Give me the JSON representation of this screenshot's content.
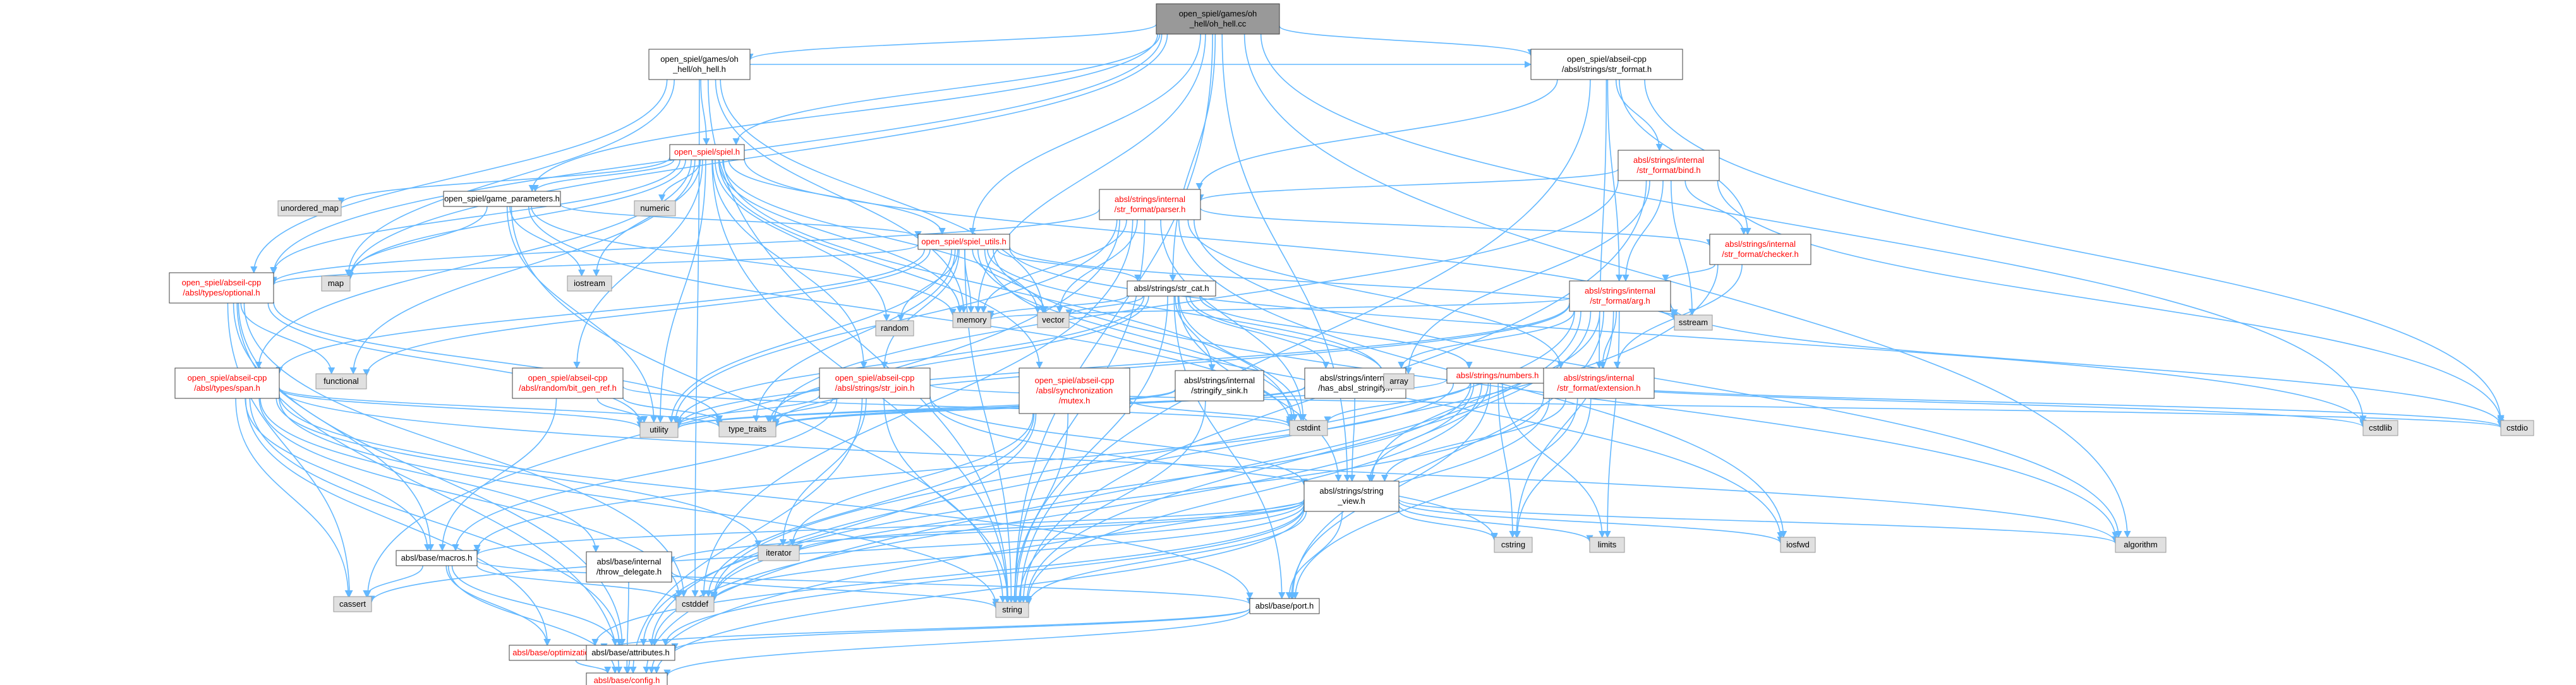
{
  "colors": {
    "edge": "#63b8ff",
    "node_fill": "#ffffff",
    "node_stroke": "#404040",
    "root_fill": "#999999",
    "missing_fill": "#e0e0e0",
    "missing_stroke": "#999999",
    "red_text": "#ff0000",
    "text": "#000000"
  },
  "nodes": [
    {
      "id": "root",
      "lines": [
        "open_spiel/games/oh",
        "_hell/oh_hell.cc"
      ],
      "kind": "root"
    },
    {
      "id": "ohh",
      "lines": [
        "open_spiel/games/oh",
        "_hell/oh_hell.h"
      ],
      "kind": "normal"
    },
    {
      "id": "strformat",
      "lines": [
        "open_spiel/abseil-cpp",
        "/absl/strings/str_format.h"
      ],
      "kind": "normal"
    },
    {
      "id": "spiel",
      "lines": [
        "open_spiel/spiel.h"
      ],
      "kind": "red"
    },
    {
      "id": "bind",
      "lines": [
        "absl/strings/internal",
        "/str_format/bind.h"
      ],
      "kind": "red"
    },
    {
      "id": "parser",
      "lines": [
        "absl/strings/internal",
        "/str_format/parser.h"
      ],
      "kind": "red"
    },
    {
      "id": "gameparams",
      "lines": [
        "open_spiel/game_parameters.h"
      ],
      "kind": "normal"
    },
    {
      "id": "spielutils",
      "lines": [
        "open_spiel/spiel_utils.h"
      ],
      "kind": "red"
    },
    {
      "id": "checker",
      "lines": [
        "absl/strings/internal",
        "/str_format/checker.h"
      ],
      "kind": "red"
    },
    {
      "id": "optional",
      "lines": [
        "open_spiel/abseil-cpp",
        "/absl/types/optional.h"
      ],
      "kind": "red"
    },
    {
      "id": "strcat",
      "lines": [
        "absl/strings/str_cat.h"
      ],
      "kind": "normal"
    },
    {
      "id": "arg",
      "lines": [
        "absl/strings/internal",
        "/str_format/arg.h"
      ],
      "kind": "red"
    },
    {
      "id": "span",
      "lines": [
        "open_spiel/abseil-cpp",
        "/absl/types/span.h"
      ],
      "kind": "red"
    },
    {
      "id": "bitgen",
      "lines": [
        "open_spiel/abseil-cpp",
        "/absl/random/bit_gen_ref.h"
      ],
      "kind": "red"
    },
    {
      "id": "strjoin",
      "lines": [
        "open_spiel/abseil-cpp",
        "/absl/strings/str_join.h"
      ],
      "kind": "red"
    },
    {
      "id": "mutex",
      "lines": [
        "open_spiel/abseil-cpp",
        "/absl/synchronization",
        "/mutex.h"
      ],
      "kind": "red"
    },
    {
      "id": "stringify",
      "lines": [
        "absl/strings/internal",
        "/stringify_sink.h"
      ],
      "kind": "normal"
    },
    {
      "id": "hasabsl",
      "lines": [
        "absl/strings/internal",
        "/has_absl_stringify.h"
      ],
      "kind": "normal"
    },
    {
      "id": "numbers",
      "lines": [
        "absl/strings/numbers.h"
      ],
      "kind": "red"
    },
    {
      "id": "extension",
      "lines": [
        "absl/strings/internal",
        "/str_format/extension.h"
      ],
      "kind": "red"
    },
    {
      "id": "stringview",
      "lines": [
        "absl/strings/string",
        "_view.h"
      ],
      "kind": "normal"
    },
    {
      "id": "macros",
      "lines": [
        "absl/base/macros.h"
      ],
      "kind": "normal"
    },
    {
      "id": "throwdel",
      "lines": [
        "absl/base/internal",
        "/throw_delegate.h"
      ],
      "kind": "normal"
    },
    {
      "id": "port",
      "lines": [
        "absl/base/port.h"
      ],
      "kind": "normal"
    },
    {
      "id": "optimization",
      "lines": [
        "absl/base/optimization.h"
      ],
      "kind": "red"
    },
    {
      "id": "attributes",
      "lines": [
        "absl/base/attributes.h"
      ],
      "kind": "normal"
    },
    {
      "id": "config",
      "lines": [
        "absl/base/config.h"
      ],
      "kind": "red"
    },
    {
      "id": "unordered_map",
      "lines": [
        "unordered_map"
      ],
      "kind": "missing"
    },
    {
      "id": "numeric",
      "lines": [
        "numeric"
      ],
      "kind": "missing"
    },
    {
      "id": "map",
      "lines": [
        "map"
      ],
      "kind": "missing"
    },
    {
      "id": "iostream",
      "lines": [
        "iostream"
      ],
      "kind": "missing"
    },
    {
      "id": "random",
      "lines": [
        "random"
      ],
      "kind": "missing"
    },
    {
      "id": "functional",
      "lines": [
        "functional"
      ],
      "kind": "missing"
    },
    {
      "id": "memory",
      "lines": [
        "memory"
      ],
      "kind": "missing"
    },
    {
      "id": "vector",
      "lines": [
        "vector"
      ],
      "kind": "missing"
    },
    {
      "id": "array",
      "lines": [
        "array"
      ],
      "kind": "missing"
    },
    {
      "id": "sstream",
      "lines": [
        "sstream"
      ],
      "kind": "missing"
    },
    {
      "id": "utility",
      "lines": [
        "utility"
      ],
      "kind": "missing"
    },
    {
      "id": "type_traits",
      "lines": [
        "type_traits"
      ],
      "kind": "missing"
    },
    {
      "id": "cstdint",
      "lines": [
        "cstdint"
      ],
      "kind": "missing"
    },
    {
      "id": "cstdlib",
      "lines": [
        "cstdlib"
      ],
      "kind": "missing"
    },
    {
      "id": "cstdio",
      "lines": [
        "cstdio"
      ],
      "kind": "missing"
    },
    {
      "id": "iterator",
      "lines": [
        "iterator"
      ],
      "kind": "missing"
    },
    {
      "id": "cstring",
      "lines": [
        "cstring"
      ],
      "kind": "missing"
    },
    {
      "id": "limits",
      "lines": [
        "limits"
      ],
      "kind": "missing"
    },
    {
      "id": "iosfwd",
      "lines": [
        "iosfwd"
      ],
      "kind": "missing"
    },
    {
      "id": "algorithm",
      "lines": [
        "algorithm"
      ],
      "kind": "missing"
    },
    {
      "id": "cassert",
      "lines": [
        "cassert"
      ],
      "kind": "missing"
    },
    {
      "id": "cstddef",
      "lines": [
        "cstddef"
      ],
      "kind": "missing"
    },
    {
      "id": "string",
      "lines": [
        "string"
      ],
      "kind": "missing"
    }
  ],
  "edges": [
    [
      "root",
      "ohh"
    ],
    [
      "root",
      "strformat"
    ],
    [
      "root",
      "spiel"
    ],
    [
      "root",
      "gameparams"
    ],
    [
      "root",
      "spielutils"
    ],
    [
      "root",
      "strcat"
    ],
    [
      "root",
      "stringview"
    ],
    [
      "root",
      "optional"
    ],
    [
      "root",
      "algorithm"
    ],
    [
      "root",
      "cstdlib"
    ],
    [
      "root",
      "map"
    ],
    [
      "root",
      "memory"
    ],
    [
      "root",
      "string"
    ],
    [
      "ohh",
      "strformat"
    ],
    [
      "ohh",
      "spiel"
    ],
    [
      "ohh",
      "optional"
    ],
    [
      "ohh",
      "map"
    ],
    [
      "ohh",
      "memory"
    ],
    [
      "ohh",
      "vector"
    ],
    [
      "ohh",
      "string"
    ],
    [
      "ohh",
      "cstddef"
    ],
    [
      "strformat",
      "bind"
    ],
    [
      "strformat",
      "checker"
    ],
    [
      "strformat",
      "arg"
    ],
    [
      "strformat",
      "extension"
    ],
    [
      "strformat",
      "parser"
    ],
    [
      "strformat",
      "cstdio"
    ],
    [
      "strformat",
      "string"
    ],
    [
      "bind",
      "parser"
    ],
    [
      "bind",
      "checker"
    ],
    [
      "bind",
      "arg"
    ],
    [
      "bind",
      "array"
    ],
    [
      "bind",
      "cstdio"
    ],
    [
      "bind",
      "sstream"
    ],
    [
      "bind",
      "string"
    ],
    [
      "bind",
      "type_traits"
    ],
    [
      "parser",
      "checker"
    ],
    [
      "parser",
      "extension"
    ],
    [
      "parser",
      "cstdint"
    ],
    [
      "parser",
      "algorithm"
    ],
    [
      "parser",
      "vector"
    ],
    [
      "parser",
      "iosfwd"
    ],
    [
      "parser",
      "string"
    ],
    [
      "parser",
      "utility"
    ],
    [
      "parser",
      "memory"
    ],
    [
      "parser",
      "cassert"
    ],
    [
      "parser",
      "optional"
    ],
    [
      "parser",
      "cstddef"
    ],
    [
      "checker",
      "arg"
    ],
    [
      "checker",
      "extension"
    ],
    [
      "checker",
      "attributes"
    ],
    [
      "arg",
      "extension"
    ],
    [
      "arg",
      "port"
    ],
    [
      "arg",
      "cstdio"
    ],
    [
      "arg",
      "cstring"
    ],
    [
      "arg",
      "iomanip"
    ],
    [
      "arg",
      "limits"
    ],
    [
      "arg",
      "memory"
    ],
    [
      "arg",
      "sstream"
    ],
    [
      "arg",
      "string"
    ],
    [
      "arg",
      "type_traits"
    ],
    [
      "arg",
      "utility"
    ],
    [
      "arg",
      "hasabsl"
    ],
    [
      "arg",
      "stringview"
    ],
    [
      "arg",
      "config"
    ],
    [
      "arg",
      "cstddef"
    ],
    [
      "extension",
      "port"
    ],
    [
      "extension",
      "stringview"
    ],
    [
      "extension",
      "cstring"
    ],
    [
      "extension",
      "cstddef"
    ],
    [
      "extension",
      "config"
    ],
    [
      "spiel",
      "gameparams"
    ],
    [
      "spiel",
      "spielutils"
    ],
    [
      "spiel",
      "optional"
    ],
    [
      "spiel",
      "span"
    ],
    [
      "spiel",
      "bitgen"
    ],
    [
      "spiel",
      "strjoin"
    ],
    [
      "spiel",
      "mutex"
    ],
    [
      "spiel",
      "unordered_map"
    ],
    [
      "spiel",
      "numeric"
    ],
    [
      "spiel",
      "map"
    ],
    [
      "spiel",
      "iostream"
    ],
    [
      "spiel",
      "random"
    ],
    [
      "spiel",
      "functional"
    ],
    [
      "spiel",
      "memory"
    ],
    [
      "spiel",
      "vector"
    ],
    [
      "spiel",
      "string"
    ],
    [
      "spiel",
      "utility"
    ],
    [
      "spiel",
      "cstdint"
    ],
    [
      "spiel",
      "sstream"
    ],
    [
      "gameparams",
      "spielutils"
    ],
    [
      "gameparams",
      "map"
    ],
    [
      "gameparams",
      "iostream"
    ],
    [
      "gameparams",
      "memory"
    ],
    [
      "gameparams",
      "string"
    ],
    [
      "gameparams",
      "utility"
    ],
    [
      "gameparams",
      "cstdint"
    ],
    [
      "spielutils",
      "strcat"
    ],
    [
      "spielutils",
      "optional"
    ],
    [
      "spielutils",
      "span"
    ],
    [
      "spielutils",
      "strjoin"
    ],
    [
      "spielutils",
      "random"
    ],
    [
      "spielutils",
      "memory"
    ],
    [
      "spielutils",
      "vector"
    ],
    [
      "spielutils",
      "string"
    ],
    [
      "spielutils",
      "utility"
    ],
    [
      "spielutils",
      "functional"
    ],
    [
      "spielutils",
      "type_traits"
    ],
    [
      "spielutils",
      "cstdint"
    ],
    [
      "spielutils",
      "array"
    ],
    [
      "spielutils",
      "sstream"
    ],
    [
      "spielutils",
      "algorithm"
    ],
    [
      "spielutils",
      "iosfwd"
    ],
    [
      "spielutils",
      "cstdlib"
    ],
    [
      "strcat",
      "stringify"
    ],
    [
      "strcat",
      "hasabsl"
    ],
    [
      "strcat",
      "numbers"
    ],
    [
      "strcat",
      "stringview"
    ],
    [
      "strcat",
      "port"
    ],
    [
      "strcat",
      "array"
    ],
    [
      "strcat",
      "cstdint"
    ],
    [
      "strcat",
      "string"
    ],
    [
      "strcat",
      "type_traits"
    ],
    [
      "strcat",
      "utility"
    ],
    [
      "strcat",
      "vector"
    ],
    [
      "strcat",
      "memory"
    ],
    [
      "stringify",
      "string"
    ],
    [
      "stringify",
      "type_traits"
    ],
    [
      "stringify",
      "utility"
    ],
    [
      "hasabsl",
      "type_traits"
    ],
    [
      "hasabsl",
      "utility"
    ],
    [
      "hasabsl",
      "stringview"
    ],
    [
      "numbers",
      "stringview"
    ],
    [
      "numbers",
      "port"
    ],
    [
      "numbers",
      "macros"
    ],
    [
      "numbers",
      "attributes"
    ],
    [
      "numbers",
      "cstddef"
    ],
    [
      "numbers",
      "cstdint"
    ],
    [
      "numbers",
      "cstring"
    ],
    [
      "numbers",
      "limits"
    ],
    [
      "numbers",
      "string"
    ],
    [
      "numbers",
      "type_traits"
    ],
    [
      "numbers",
      "cstdlib"
    ],
    [
      "numbers",
      "cstdio"
    ],
    [
      "optional",
      "utility"
    ],
    [
      "optional",
      "functional"
    ],
    [
      "optional",
      "type_traits"
    ],
    [
      "optional",
      "macros"
    ],
    [
      "optional",
      "attributes"
    ],
    [
      "optional",
      "config"
    ],
    [
      "optional",
      "cassert"
    ],
    [
      "optional",
      "cstddef"
    ],
    [
      "span",
      "algorithm"
    ],
    [
      "span",
      "cassert"
    ],
    [
      "span",
      "cstddef"
    ],
    [
      "span",
      "utility"
    ],
    [
      "span",
      "iterator"
    ],
    [
      "span",
      "string"
    ],
    [
      "span",
      "type_traits"
    ],
    [
      "span",
      "macros"
    ],
    [
      "span",
      "attributes"
    ],
    [
      "span",
      "optimization"
    ],
    [
      "span",
      "port"
    ],
    [
      "span",
      "throwdel"
    ],
    [
      "bitgen",
      "macros"
    ],
    [
      "bitgen",
      "type_traits"
    ],
    [
      "bitgen",
      "utility"
    ],
    [
      "bitgen",
      "cstdint"
    ],
    [
      "strjoin",
      "string"
    ],
    [
      "strjoin",
      "type_traits"
    ],
    [
      "strjoin",
      "utility"
    ],
    [
      "strjoin",
      "iterator"
    ],
    [
      "strjoin",
      "cstdio"
    ],
    [
      "strjoin",
      "cstring"
    ],
    [
      "strjoin",
      "macros"
    ],
    [
      "strjoin",
      "stringview"
    ],
    [
      "strjoin",
      "config"
    ],
    [
      "mutex",
      "attributes"
    ],
    [
      "mutex",
      "cstdint"
    ],
    [
      "mutex",
      "cstddef"
    ],
    [
      "mutex",
      "iterator"
    ],
    [
      "mutex",
      "string"
    ],
    [
      "stringview",
      "algorithm"
    ],
    [
      "stringview",
      "cassert"
    ],
    [
      "stringview",
      "cstddef"
    ],
    [
      "stringview",
      "cstring"
    ],
    [
      "stringview",
      "iosfwd"
    ],
    [
      "stringview",
      "iterator"
    ],
    [
      "stringview",
      "limits"
    ],
    [
      "stringview",
      "string"
    ],
    [
      "stringview",
      "macros"
    ],
    [
      "stringview",
      "attributes"
    ],
    [
      "stringview",
      "config"
    ],
    [
      "stringview",
      "optimization"
    ],
    [
      "stringview",
      "port"
    ],
    [
      "stringview",
      "throwdel"
    ],
    [
      "macros",
      "cassert"
    ],
    [
      "macros",
      "cstddef"
    ],
    [
      "macros",
      "attributes"
    ],
    [
      "macros",
      "config"
    ],
    [
      "macros",
      "optimization"
    ],
    [
      "macros",
      "port"
    ],
    [
      "throwdel",
      "string"
    ],
    [
      "throwdel",
      "config"
    ],
    [
      "port",
      "attributes"
    ],
    [
      "port",
      "config"
    ],
    [
      "port",
      "optimization"
    ],
    [
      "optimization",
      "config"
    ],
    [
      "attributes",
      "config"
    ]
  ]
}
